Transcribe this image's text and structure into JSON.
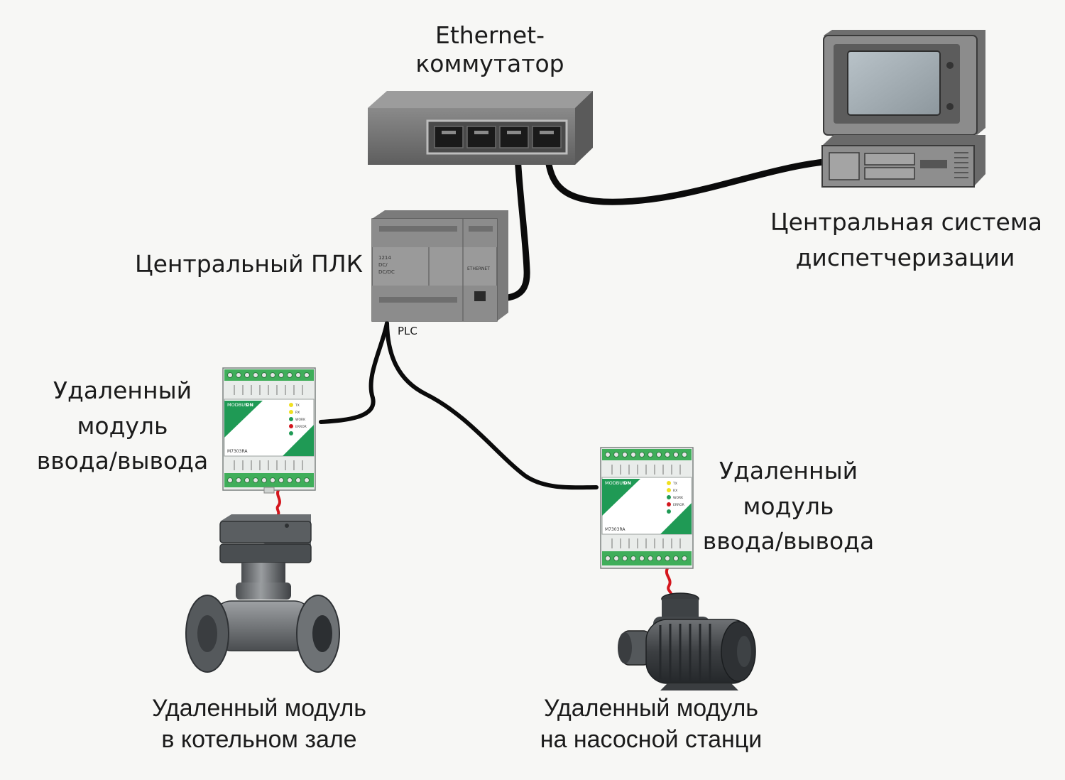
{
  "labels": {
    "switch": {
      "line1": "Ethernet-",
      "line2": "коммутатор"
    },
    "scada": {
      "line1": "Центральная система",
      "line2": "диспетчеризации"
    },
    "plc": "Центральный ПЛК",
    "plc_tag": "PLC",
    "io_left": {
      "line1": "Удаленный",
      "line2": "модуль",
      "line3": "ввода/вывода"
    },
    "io_right": {
      "line1": "Удаленный",
      "line2": "модуль",
      "line3": "ввода/вывода"
    },
    "boiler": {
      "line1": "Удаленный модуль",
      "line2": "в котельном зале"
    },
    "pump": {
      "line1": "Удаленный модуль",
      "line2": "на насосной станци"
    }
  },
  "device_text": {
    "module_brand": "MODBUS",
    "module_brand_on": "ON",
    "module_model": "M7303RA",
    "module_leds": [
      "TX",
      "RX",
      "WORK",
      "ERROR"
    ],
    "plc_face_text": [
      "1214",
      "DC/",
      "DC/DC"
    ],
    "plc_port_label": "ETHERNET"
  },
  "colors": {
    "cable": "#0b0b0b",
    "signal_wire": "#d4161d",
    "module_green": "#1f9a55",
    "terminal_green": "#3fae5a"
  }
}
